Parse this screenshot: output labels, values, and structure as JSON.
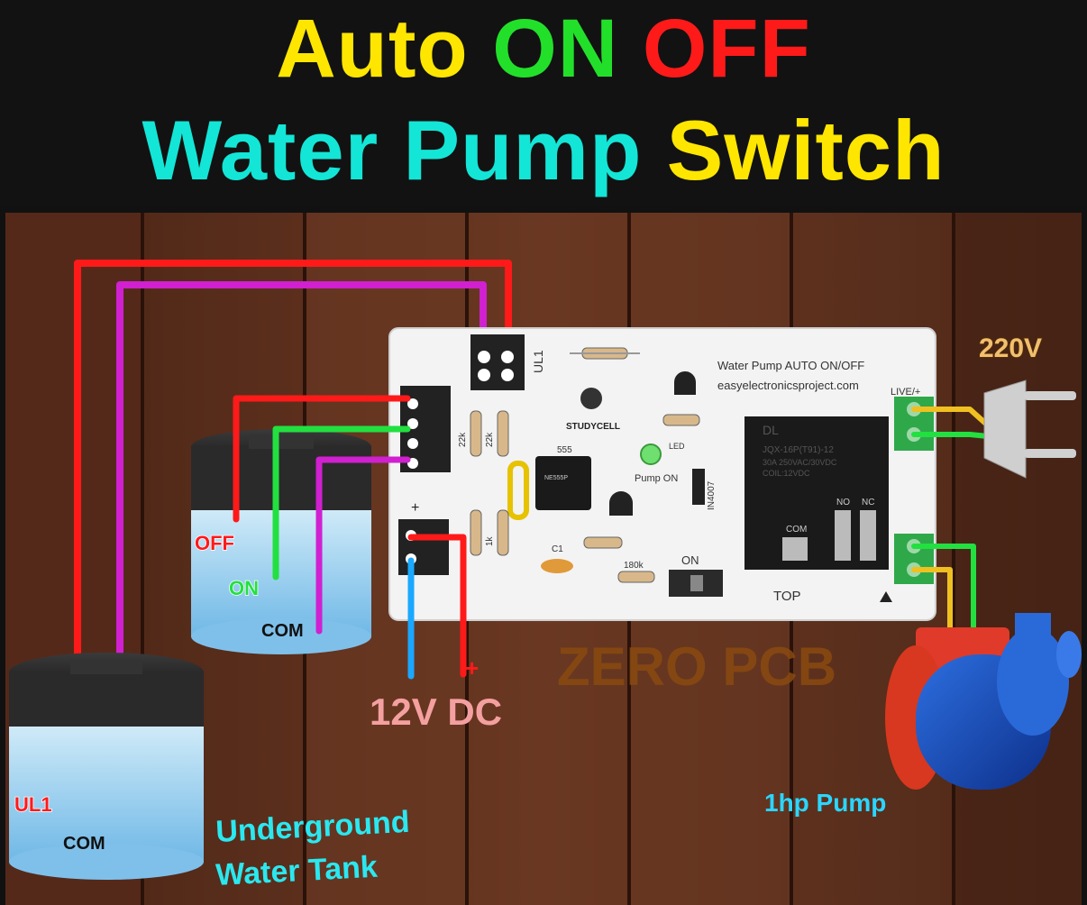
{
  "title": {
    "line1": [
      {
        "text": "Auto",
        "color": "#ffe600"
      },
      {
        "text": "ON",
        "color": "#22e02a"
      },
      {
        "text": "OFF",
        "color": "#ff1a1a"
      }
    ],
    "line2": [
      {
        "text": "Water",
        "color": "#13e6d6"
      },
      {
        "text": "Pump",
        "color": "#13e6d6"
      },
      {
        "text": "Switch",
        "color": "#ffe600"
      }
    ]
  },
  "pcb": {
    "header_title": "Water Pump AUTO ON/OFF",
    "website": "easyelectronicsproject.com",
    "logo_text": "STUDYCELL",
    "ul1": "UL1",
    "ic_label": "555",
    "led_label": "LED",
    "pump_on_label": "Pump ON",
    "diode_label": "IN4007",
    "switch_label": "ON",
    "top_label": "TOP",
    "live_label": "LIVE/+",
    "no_label": "NO",
    "nc_label": "NC",
    "com_label": "COM",
    "plus_label": "+",
    "c1_label": "C1",
    "r_180k": "180k",
    "r_22k_a": "22k",
    "r_22k_b": "22k",
    "r_1k": "1k",
    "relay_brand": "DL",
    "relay_model": "JQX-16P(T91)-12",
    "relay_rating1": "30A 250VAC/30VDC",
    "relay_rating2": "COIL:12VDC",
    "chip_text": "NE555P"
  },
  "labels": {
    "voltage_ac": "220V",
    "voltage_dc": "12V DC",
    "dc_plus": "+",
    "zero_pcb": "ZERO PCB",
    "pump": "1hp Pump",
    "underground_line1": "Underground",
    "underground_line2": "Water Tank",
    "tank_off": "OFF",
    "tank_on": "ON",
    "tank_com": "COM",
    "ug_ul1": "UL1",
    "ug_com": "COM"
  },
  "colors": {
    "wire_red": "#ff1a1a",
    "wire_magenta": "#d020d0",
    "wire_green": "#22e040",
    "wire_blue": "#1aa8ff",
    "wire_yellow": "#f0c020",
    "water": "#a7d6ef",
    "wood": "#5a2e1c"
  }
}
